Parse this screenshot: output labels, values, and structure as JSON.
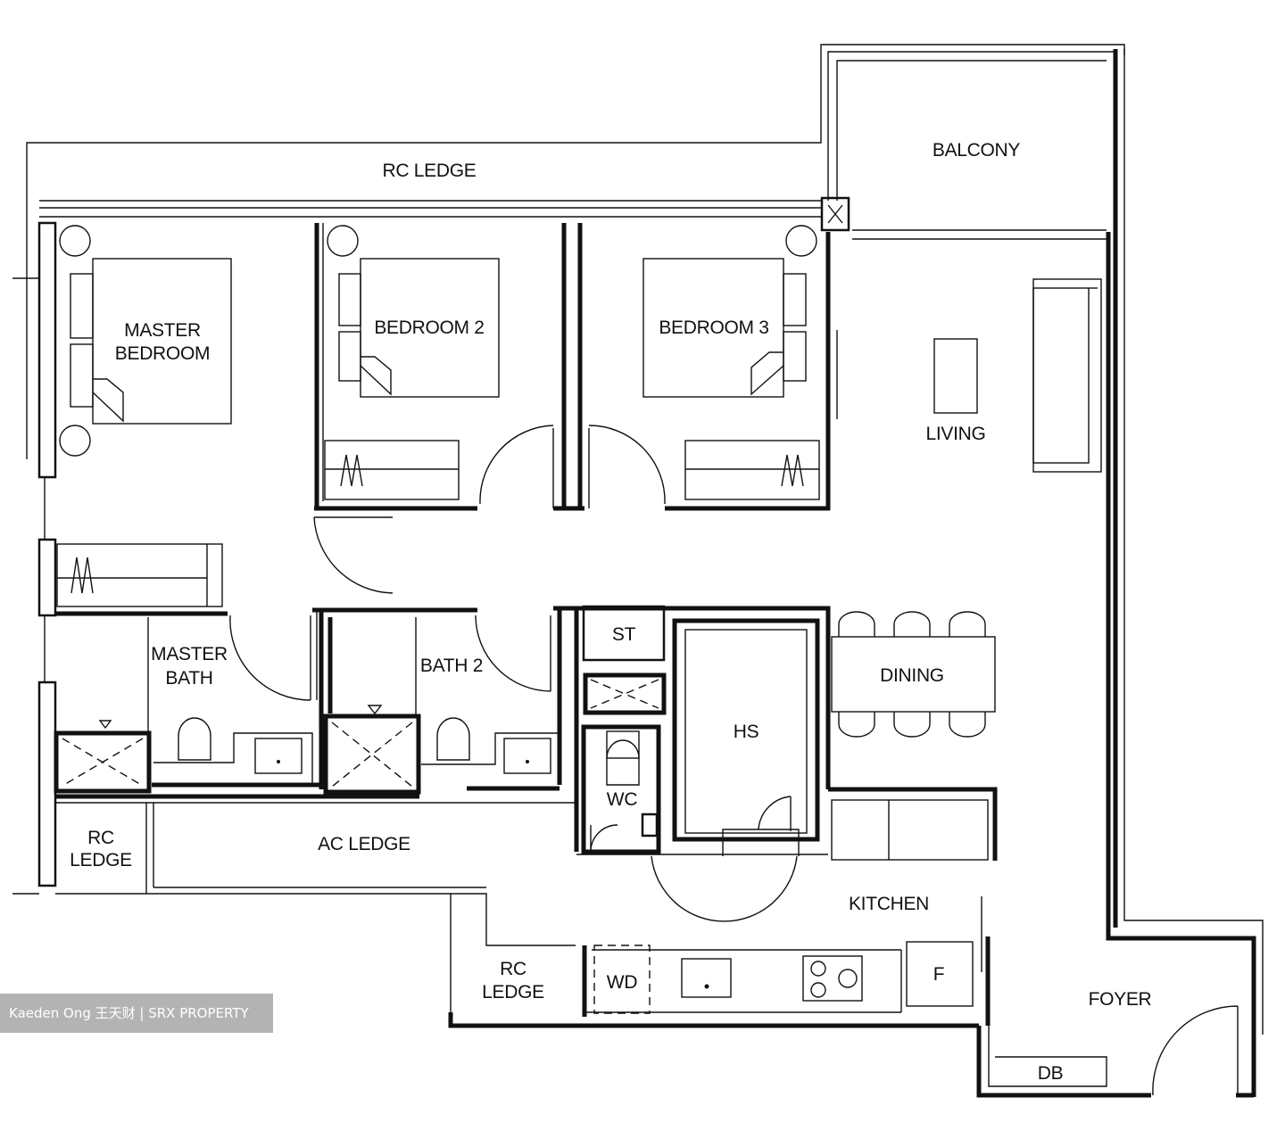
{
  "labels": {
    "rc_ledge_top": "RC LEDGE",
    "balcony": "BALCONY",
    "master_bedroom_1": "MASTER",
    "master_bedroom_2": "BEDROOM",
    "bedroom2": "BEDROOM 2",
    "bedroom3": "BEDROOM 3",
    "living": "LIVING",
    "master_bath_1": "MASTER",
    "master_bath_2": "BATH",
    "bath2": "BATH 2",
    "st": "ST",
    "hs": "HS",
    "dining": "DINING",
    "wc": "WC",
    "rc_ledge_left_1": "RC",
    "rc_ledge_left_2": "LEDGE",
    "ac_ledge": "AC LEDGE",
    "kitchen": "KITCHEN",
    "rc_ledge_bottom_1": "RC",
    "rc_ledge_bottom_2": "LEDGE",
    "wd": "WD",
    "f": "F",
    "foyer": "FOYER",
    "db": "DB"
  },
  "watermark": "Kaeden Ong 王天财 | SRX PROPERTY",
  "colors": {
    "line": "#111111",
    "watermark_bg": "#b3b3b3"
  }
}
